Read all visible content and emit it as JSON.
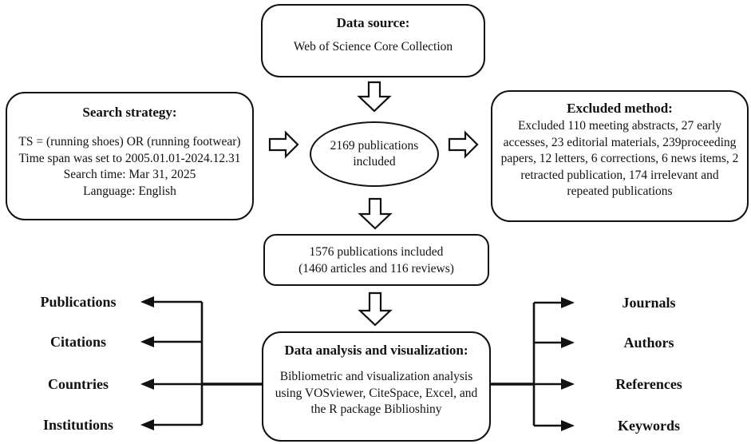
{
  "diagram": {
    "data_source": {
      "title": "Data source:",
      "body": "Web of Science Core Collection"
    },
    "search_strategy": {
      "title": "Search strategy:",
      "lines": [
        "TS = (running shoes) OR (running footwear)",
        "Time span was set to 2005.01.01-2024.12.31",
        "Search time: Mar 31, 2025",
        "Language: English"
      ]
    },
    "initial_included": {
      "line1": "2169 publications",
      "line2": "included"
    },
    "excluded_method": {
      "title": "Excluded method:",
      "body": "Excluded 110 meeting abstracts, 27 early accesses, 23 editorial materials, 239proceeding papers, 12 letters, 6 corrections, 6 news items, 2 retracted publication, 174 irrelevant and repeated publications"
    },
    "final_included": {
      "line1": "1576 publications included",
      "line2": "(1460 articles and 116 reviews)"
    },
    "analysis": {
      "title": "Data analysis and visualization:",
      "body": "Bibliometric and visualization analysis using VOSviewer, CiteSpace, Excel, and the R package Biblioshiny"
    },
    "left_outputs": [
      "Publications",
      "Citations",
      "Countries",
      "Institutions"
    ],
    "right_outputs": [
      "Journals",
      "Authors",
      "References",
      "Keywords"
    ],
    "colors": {
      "line": "#111111",
      "background": "#ffffff",
      "text": "#111111"
    }
  }
}
